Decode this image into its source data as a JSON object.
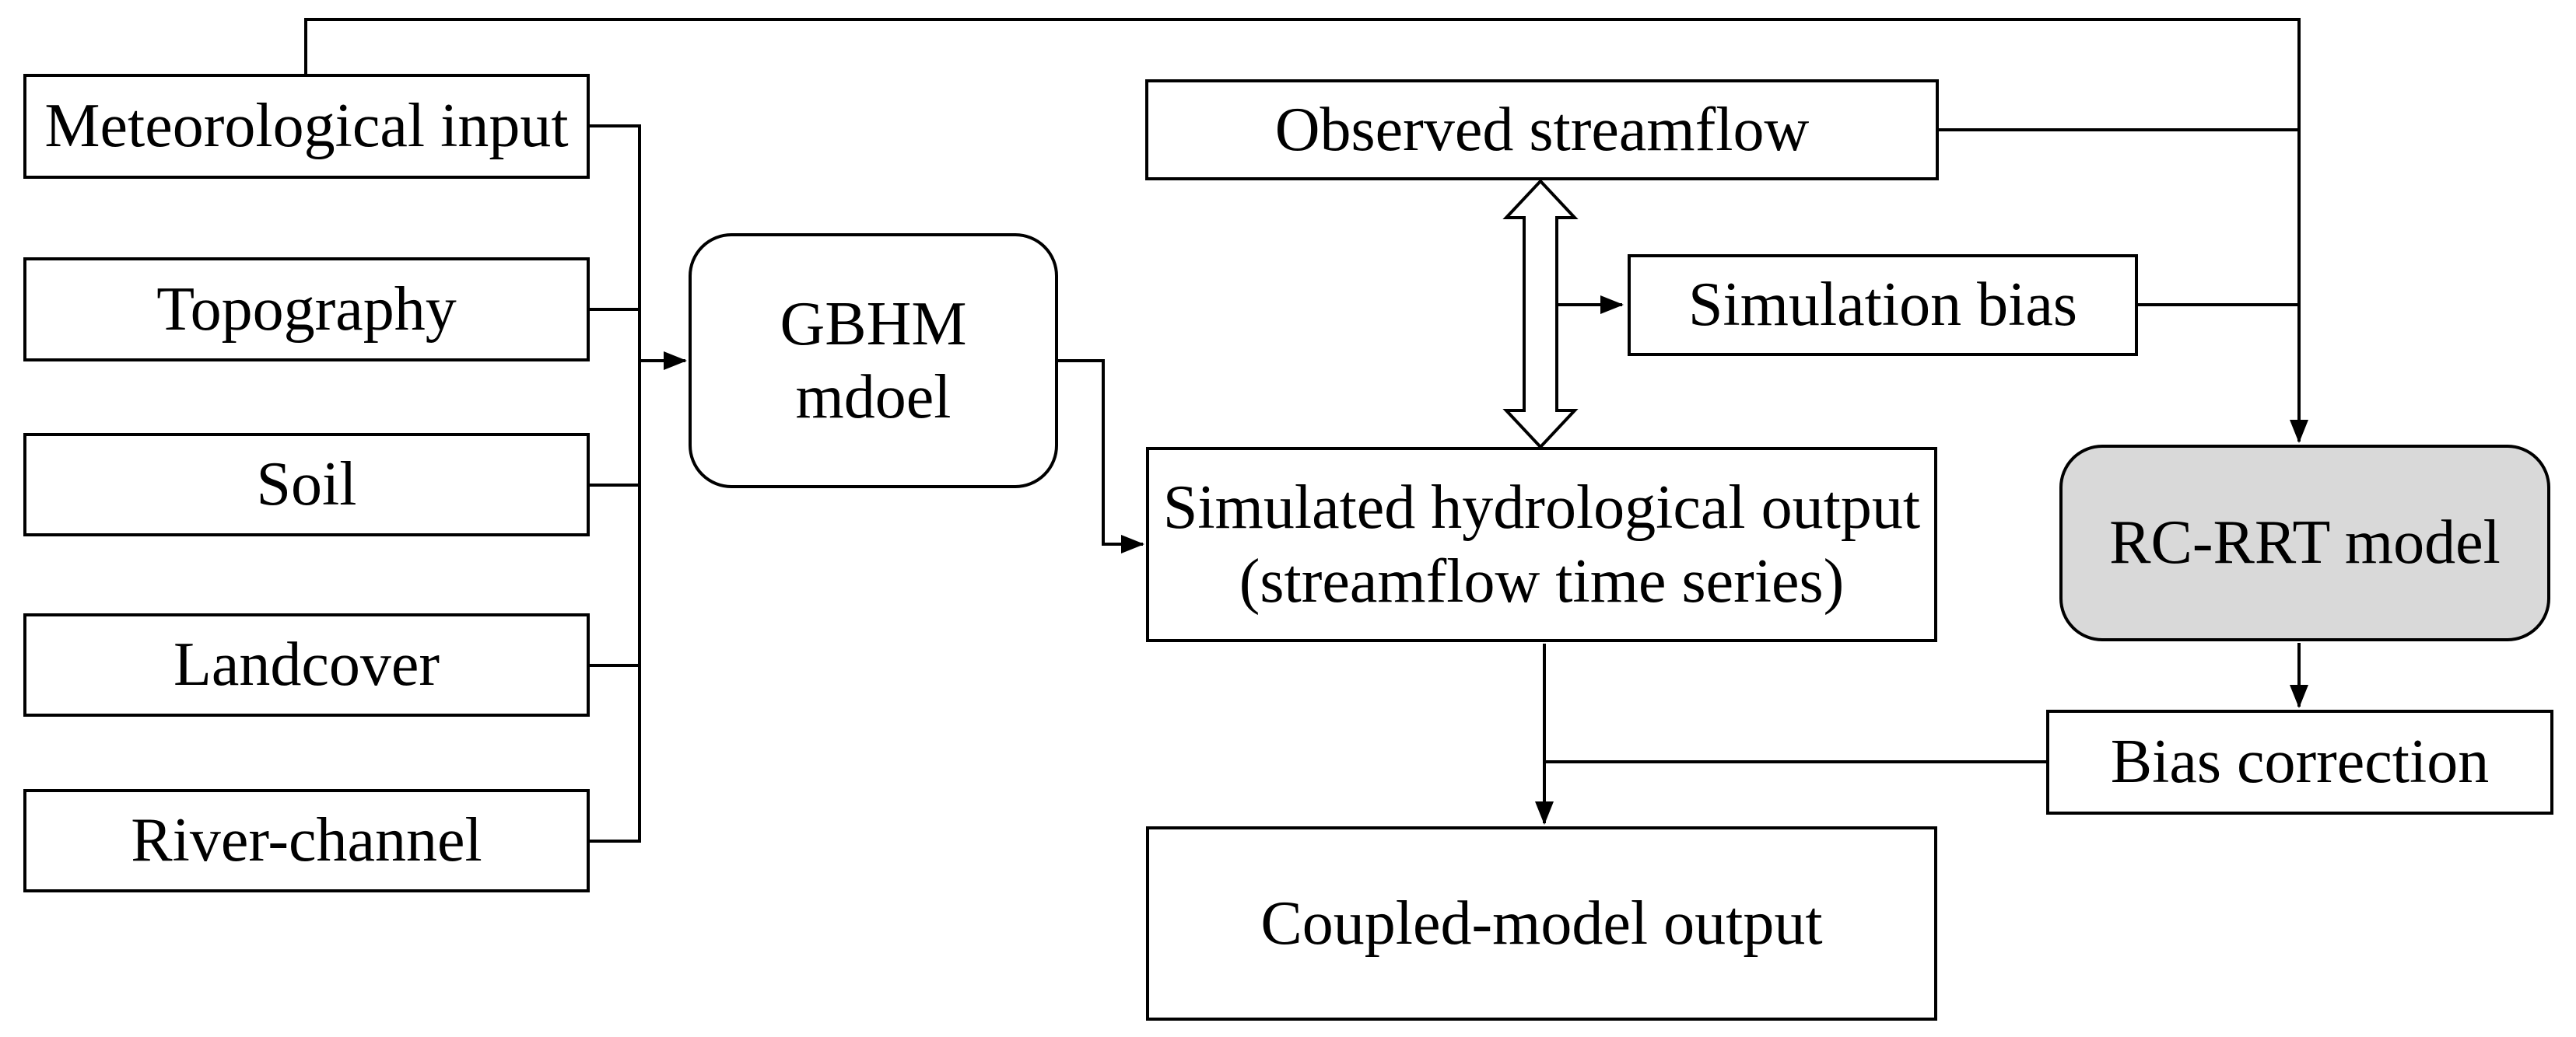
{
  "diagram": {
    "title": "GBHM / RC-RRT coupled model flowchart",
    "colors": {
      "line": "#000000",
      "box_fill": "#ffffff",
      "rc_rrt_fill": "#d9d9d9",
      "background": "#ffffff"
    },
    "boxes": {
      "meteorological_input": {
        "label": "Meteorological input"
      },
      "topography": {
        "label": "Topography"
      },
      "soil": {
        "label": "Soil"
      },
      "landcover": {
        "label": "Landcover"
      },
      "river_channel": {
        "label": "River-channel"
      },
      "gbhm_model": {
        "label_line1": "GBHM",
        "label_line2": "mdoel"
      },
      "observed_streamflow": {
        "label": "Observed streamflow"
      },
      "simulation_bias": {
        "label": "Simulation bias"
      },
      "simulated_output": {
        "label_line1": "Simulated hydrological output",
        "label_line2": "(streamflow time series)"
      },
      "rc_rrt_model": {
        "label": "RC-RRT model"
      },
      "bias_correction": {
        "label": "Bias correction"
      },
      "coupled_model_output": {
        "label": "Coupled-model output"
      }
    }
  }
}
